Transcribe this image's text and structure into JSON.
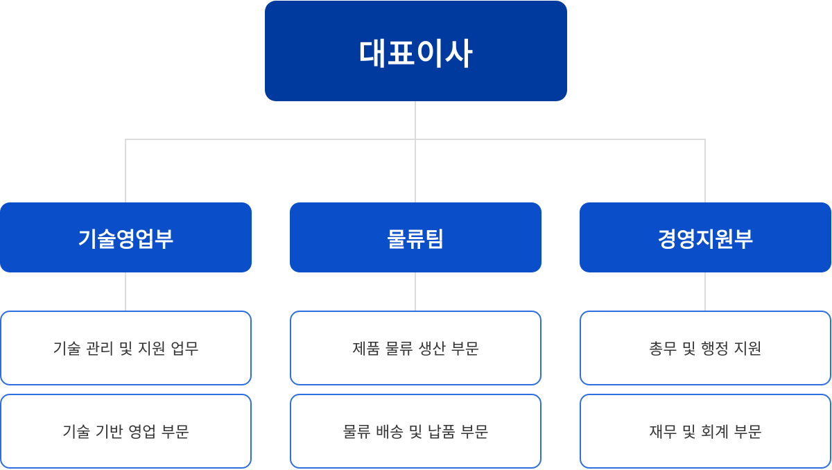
{
  "ceo": {
    "label": "대표이사"
  },
  "departments": [
    {
      "label": "기술영업부",
      "duties": [
        "기술 관리 및 지원 업무",
        "기술 기반 영업 부문"
      ]
    },
    {
      "label": "물류팀",
      "duties": [
        "제품 물류 생산 부문",
        "물류 배송 및 납품 부문"
      ]
    },
    {
      "label": "경영지원부",
      "duties": [
        "총무 및 행정 지원",
        "재무 및 회계 부문"
      ]
    }
  ],
  "colors": {
    "ceo_box": "#003a9e",
    "department_box": "#0a4fc9",
    "duty_border": "#2d6fe0",
    "connector": "#dcdcdc",
    "duty_text": "#333333"
  }
}
